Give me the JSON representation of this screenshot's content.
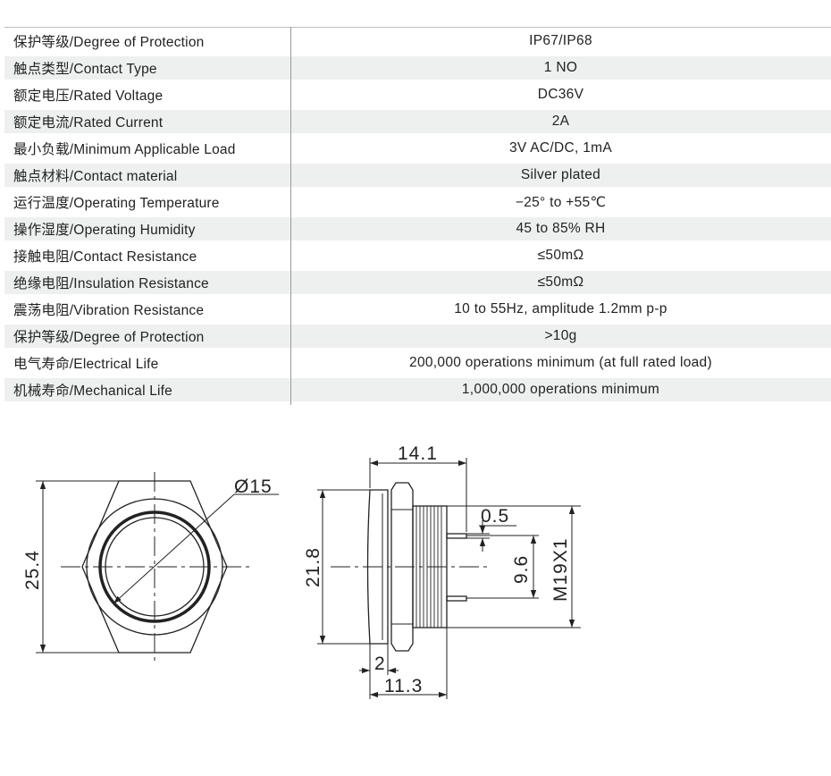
{
  "specs": [
    {
      "label": "保护等级/Degree of Protection",
      "value": "IP67/IP68"
    },
    {
      "label": "触点类型/Contact Type",
      "value": "1 NO"
    },
    {
      "label": "额定电压/Rated Voltage",
      "value": "DC36V"
    },
    {
      "label": "额定电流/Rated Current",
      "value": "2A"
    },
    {
      "label": "最小负载/Minimum Applicable Load",
      "value": "3V AC/DC, 1mA"
    },
    {
      "label": "触点材料/Contact material",
      "value": "Silver plated"
    },
    {
      "label": "运行温度/Operating Temperature",
      "value": "−25°  to +55℃"
    },
    {
      "label": "操作湿度/Operating Humidity",
      "value": "45 to 85% RH"
    },
    {
      "label": "接触电阻/Contact Resistance",
      "value": "≤50mΩ"
    },
    {
      "label": "绝缘电阻/Insulation Resistance",
      "value": "≤50mΩ"
    },
    {
      "label": "震荡电阻/Vibration Resistance",
      "value": "10 to 55Hz, amplitude 1.2mm p-p"
    },
    {
      "label": "保护等级/Degree of Protection",
      "value": ">10g"
    },
    {
      "label": "电气寿命/Electrical Life",
      "value": "200,000 operations minimum (at full rated load)"
    },
    {
      "label": "机械寿命/Mechanical Life",
      "value": "1,000,000 operations minimum"
    }
  ],
  "drawing": {
    "front": {
      "height": "25.4",
      "diameter": "Ø15"
    },
    "side": {
      "total_length": "14.1",
      "height": "21.8",
      "terminal_thickness": "0.5",
      "terminal_spacing": "9.6",
      "thread": "M19X1",
      "head_thickness": "2",
      "body_length": "11.3"
    }
  }
}
